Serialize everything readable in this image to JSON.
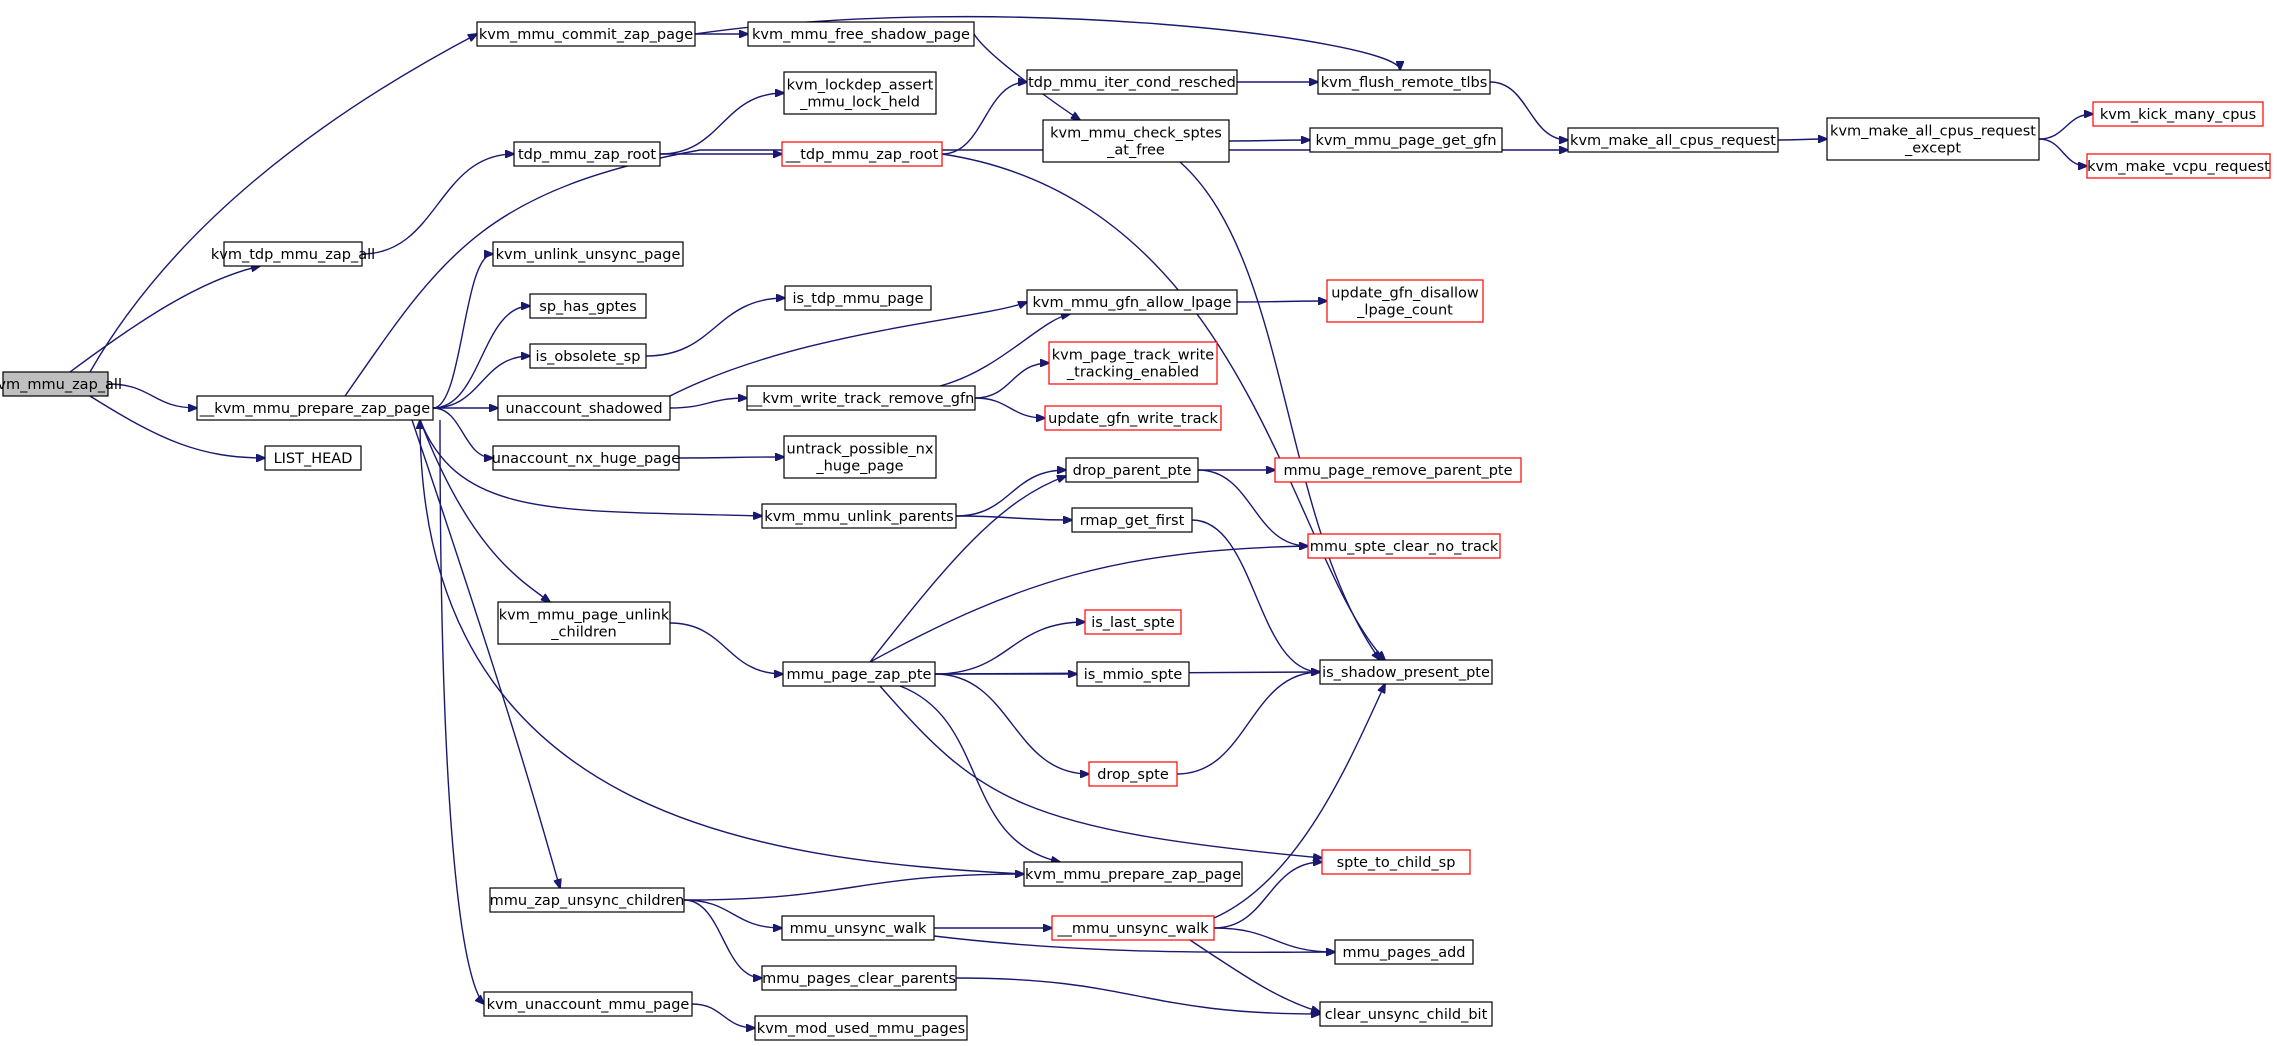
{
  "colors": {
    "edge": "#191970",
    "node_border": "#000000",
    "truncated_border": "#ff0000",
    "focus_fill": "#bfbfbf",
    "node_fill": "#ffffff"
  },
  "nodes": [
    {
      "id": "n0",
      "lines": [
        "kvm_mmu_zap_all"
      ],
      "style": "focus"
    },
    {
      "id": "n1",
      "lines": [
        "kvm_mmu_commit_zap_page"
      ],
      "style": "normal"
    },
    {
      "id": "n2",
      "lines": [
        "kvm_mmu_free_shadow_page"
      ],
      "style": "normal"
    },
    {
      "id": "n3",
      "lines": [
        "kvm_flush_remote_tlbs"
      ],
      "style": "normal"
    },
    {
      "id": "n4",
      "lines": [
        "kvm_make_all_cpus_request"
      ],
      "style": "normal"
    },
    {
      "id": "n5",
      "lines": [
        "kvm_make_all_cpus_request",
        "_except"
      ],
      "style": "normal"
    },
    {
      "id": "n6",
      "lines": [
        "kvm_kick_many_cpus"
      ],
      "style": "truncated"
    },
    {
      "id": "n7",
      "lines": [
        "kvm_make_vcpu_request"
      ],
      "style": "truncated"
    },
    {
      "id": "n8",
      "lines": [
        "tdp_mmu_iter_cond_resched"
      ],
      "style": "normal"
    },
    {
      "id": "n9",
      "lines": [
        "kvm_mmu_check_sptes",
        "_at_free"
      ],
      "style": "normal"
    },
    {
      "id": "n10",
      "lines": [
        "kvm_mmu_page_get_gfn"
      ],
      "style": "normal"
    },
    {
      "id": "n11",
      "lines": [
        "kvm_lockdep_assert",
        "_mmu_lock_held"
      ],
      "style": "normal"
    },
    {
      "id": "n12",
      "lines": [
        "tdp_mmu_zap_root"
      ],
      "style": "normal"
    },
    {
      "id": "n13",
      "lines": [
        "__tdp_mmu_zap_root"
      ],
      "style": "truncated"
    },
    {
      "id": "n14",
      "lines": [
        "kvm_tdp_mmu_zap_all"
      ],
      "style": "normal"
    },
    {
      "id": "n15",
      "lines": [
        "kvm_unlink_unsync_page"
      ],
      "style": "normal"
    },
    {
      "id": "n16",
      "lines": [
        "sp_has_gptes"
      ],
      "style": "normal"
    },
    {
      "id": "n17",
      "lines": [
        "is_tdp_mmu_page"
      ],
      "style": "normal"
    },
    {
      "id": "n18",
      "lines": [
        "is_obsolete_sp"
      ],
      "style": "normal"
    },
    {
      "id": "n19",
      "lines": [
        "kvm_mmu_gfn_allow_lpage"
      ],
      "style": "normal"
    },
    {
      "id": "n20",
      "lines": [
        "update_gfn_disallow",
        "_lpage_count"
      ],
      "style": "truncated"
    },
    {
      "id": "n21",
      "lines": [
        "kvm_page_track_write",
        "_tracking_enabled"
      ],
      "style": "truncated"
    },
    {
      "id": "n22",
      "lines": [
        "__kvm_mmu_prepare_zap_page"
      ],
      "style": "normal"
    },
    {
      "id": "n23",
      "lines": [
        "unaccount_shadowed"
      ],
      "style": "normal"
    },
    {
      "id": "n24",
      "lines": [
        "__kvm_write_track_remove_gfn"
      ],
      "style": "normal"
    },
    {
      "id": "n25",
      "lines": [
        "update_gfn_write_track"
      ],
      "style": "truncated"
    },
    {
      "id": "n26",
      "lines": [
        "LIST_HEAD"
      ],
      "style": "normal"
    },
    {
      "id": "n27",
      "lines": [
        "unaccount_nx_huge_page"
      ],
      "style": "normal"
    },
    {
      "id": "n28",
      "lines": [
        "untrack_possible_nx",
        "_huge_page"
      ],
      "style": "normal"
    },
    {
      "id": "n29",
      "lines": [
        "drop_parent_pte"
      ],
      "style": "normal"
    },
    {
      "id": "n30",
      "lines": [
        "mmu_page_remove_parent_pte"
      ],
      "style": "truncated"
    },
    {
      "id": "n31",
      "lines": [
        "kvm_mmu_unlink_parents"
      ],
      "style": "normal"
    },
    {
      "id": "n32",
      "lines": [
        "rmap_get_first"
      ],
      "style": "normal"
    },
    {
      "id": "n33",
      "lines": [
        "mmu_spte_clear_no_track"
      ],
      "style": "truncated"
    },
    {
      "id": "n34",
      "lines": [
        "kvm_mmu_page_unlink",
        "_children"
      ],
      "style": "normal"
    },
    {
      "id": "n35",
      "lines": [
        "is_last_spte"
      ],
      "style": "truncated"
    },
    {
      "id": "n36",
      "lines": [
        "mmu_page_zap_pte"
      ],
      "style": "normal"
    },
    {
      "id": "n37",
      "lines": [
        "is_mmio_spte"
      ],
      "style": "normal"
    },
    {
      "id": "n38",
      "lines": [
        "is_shadow_present_pte"
      ],
      "style": "normal"
    },
    {
      "id": "n39",
      "lines": [
        "drop_spte"
      ],
      "style": "truncated"
    },
    {
      "id": "n40",
      "lines": [
        "spte_to_child_sp"
      ],
      "style": "truncated"
    },
    {
      "id": "n41",
      "lines": [
        "kvm_mmu_prepare_zap_page"
      ],
      "style": "normal"
    },
    {
      "id": "n42",
      "lines": [
        "mmu_zap_unsync_children"
      ],
      "style": "normal"
    },
    {
      "id": "n43",
      "lines": [
        "mmu_unsync_walk"
      ],
      "style": "normal"
    },
    {
      "id": "n44",
      "lines": [
        "__mmu_unsync_walk"
      ],
      "style": "truncated"
    },
    {
      "id": "n45",
      "lines": [
        "mmu_pages_add"
      ],
      "style": "normal"
    },
    {
      "id": "n46",
      "lines": [
        "mmu_pages_clear_parents"
      ],
      "style": "normal"
    },
    {
      "id": "n47",
      "lines": [
        "clear_unsync_child_bit"
      ],
      "style": "normal"
    },
    {
      "id": "n48",
      "lines": [
        "kvm_unaccount_mmu_page"
      ],
      "style": "normal"
    },
    {
      "id": "n49",
      "lines": [
        "kvm_mod_used_mmu_pages"
      ],
      "style": "normal"
    }
  ],
  "edges": [
    [
      "n0",
      "n1"
    ],
    [
      "n0",
      "n14"
    ],
    [
      "n0",
      "n22"
    ],
    [
      "n0",
      "n26"
    ],
    [
      "n1",
      "n2"
    ],
    [
      "n1",
      "n3"
    ],
    [
      "n2",
      "n9"
    ],
    [
      "n3",
      "n4"
    ],
    [
      "n4",
      "n5"
    ],
    [
      "n5",
      "n6"
    ],
    [
      "n5",
      "n7"
    ],
    [
      "n8",
      "n3"
    ],
    [
      "n9",
      "n10"
    ],
    [
      "n9",
      "n38"
    ],
    [
      "n12",
      "n11"
    ],
    [
      "n12",
      "n13"
    ],
    [
      "n13",
      "n8"
    ],
    [
      "n13",
      "n38"
    ],
    [
      "n14",
      "n12"
    ],
    [
      "n22",
      "n4"
    ],
    [
      "n22",
      "n15"
    ],
    [
      "n22",
      "n16"
    ],
    [
      "n22",
      "n18"
    ],
    [
      "n22",
      "n23"
    ],
    [
      "n22",
      "n27"
    ],
    [
      "n22",
      "n31"
    ],
    [
      "n22",
      "n34"
    ],
    [
      "n22",
      "n42"
    ],
    [
      "n22",
      "n48"
    ],
    [
      "n18",
      "n17"
    ],
    [
      "n19",
      "n20"
    ],
    [
      "n23",
      "n19"
    ],
    [
      "n23",
      "n24"
    ],
    [
      "n24",
      "n19"
    ],
    [
      "n24",
      "n21"
    ],
    [
      "n24",
      "n25"
    ],
    [
      "n27",
      "n28"
    ],
    [
      "n29",
      "n30"
    ],
    [
      "n29",
      "n33"
    ],
    [
      "n31",
      "n29"
    ],
    [
      "n31",
      "n32"
    ],
    [
      "n32",
      "n38"
    ],
    [
      "n34",
      "n36"
    ],
    [
      "n36",
      "n29"
    ],
    [
      "n36",
      "n33"
    ],
    [
      "n36",
      "n35"
    ],
    [
      "n36",
      "n37"
    ],
    [
      "n36",
      "n38"
    ],
    [
      "n36",
      "n39"
    ],
    [
      "n36",
      "n40"
    ],
    [
      "n36",
      "n41"
    ],
    [
      "n39",
      "n38"
    ],
    [
      "n41",
      "n22"
    ],
    [
      "n42",
      "n41"
    ],
    [
      "n42",
      "n43"
    ],
    [
      "n42",
      "n46"
    ],
    [
      "n43",
      "n44"
    ],
    [
      "n43",
      "n45"
    ],
    [
      "n44",
      "n38"
    ],
    [
      "n44",
      "n40"
    ],
    [
      "n44",
      "n45"
    ],
    [
      "n44",
      "n47"
    ],
    [
      "n46",
      "n47"
    ],
    [
      "n48",
      "n49"
    ]
  ]
}
